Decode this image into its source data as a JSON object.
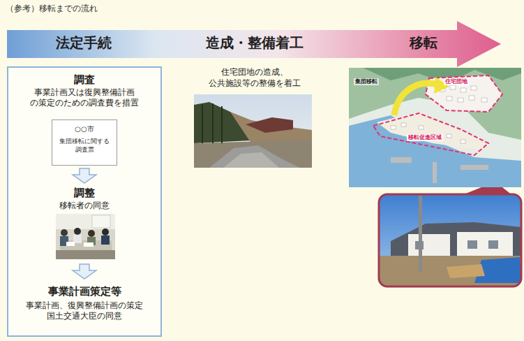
{
  "diagram": {
    "title": "（参考）移転までの流れ",
    "nodes": [
      {
        "text": [
          "法定手続",
          "造成・整備着工",
          "移転"
        ]
      },
      {
        "text": [
          "調査",
          "事業計画又は復興整備計画 の策定のための調査費を措置",
          "調整",
          "移転者の同意",
          "事業計画策定等",
          "事業計画、復興整備計画の策定 国土交通大臣の同意"
        ]
      },
      {
        "text": [
          "○○市",
          "集団移転に関する 調査票"
        ],
        "in": 1
      }
    ],
    "labels": [
      "住宅団地の造成、 公共施設等の整備を着工",
      "集団移転",
      "住宅団地",
      "移転促進区域"
    ]
  }
}
